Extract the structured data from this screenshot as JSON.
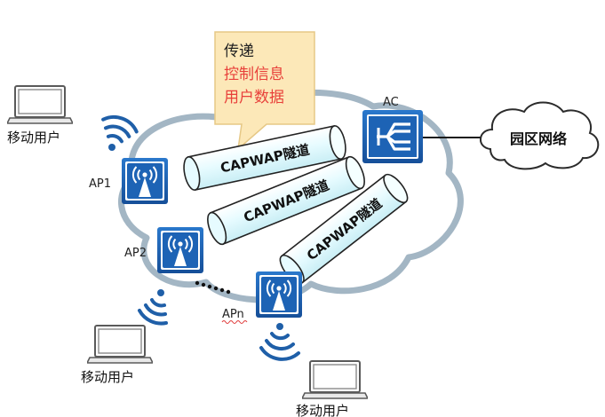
{
  "callout": {
    "title": "传递",
    "line1": "控制信息",
    "line2": "用户数据"
  },
  "tunnels": [
    {
      "label": "CAPWAP隧道"
    },
    {
      "label": "CAPWAP隧道"
    },
    {
      "label": "CAPWAP隧道"
    }
  ],
  "ac": {
    "label": "AC"
  },
  "campus": {
    "label": "园区网络"
  },
  "aps": [
    {
      "label": "AP1"
    },
    {
      "label": "AP2"
    },
    {
      "label": "APn"
    }
  ],
  "users": [
    {
      "label": "移动用户"
    },
    {
      "label": "移动用户"
    },
    {
      "label": "移动用户"
    }
  ],
  "colors": {
    "device": "#1d63b5",
    "cloud_edge": "#9fb3c2",
    "tunnel_fill": "#e8fbff",
    "callout_fill": "#fbe6b6",
    "callout_accent": "#e8403a",
    "signal": "#1f5fa8"
  },
  "icons": [
    "ap-icon",
    "ac-icon",
    "laptop-icon",
    "wifi-signal-icon",
    "cloud-icon"
  ]
}
